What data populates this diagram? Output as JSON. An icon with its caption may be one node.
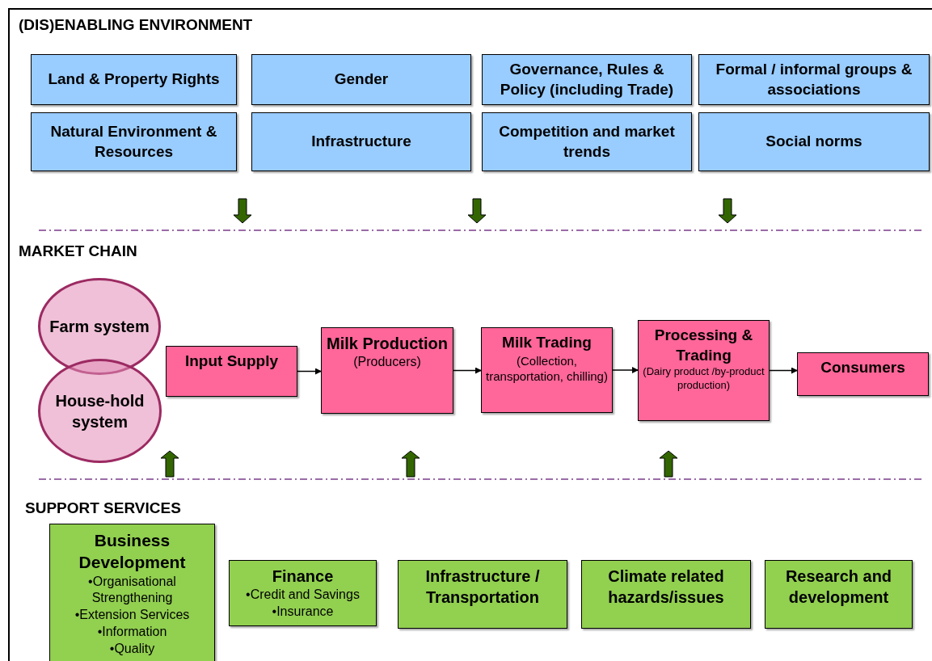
{
  "diagram": {
    "nodes": [
      {
        "text": [
          "Land & Property Rights"
        ]
      },
      {
        "text": [
          "Gender"
        ]
      },
      {
        "text": [
          "Governance, Rules & Policy (including Trade)"
        ]
      },
      {
        "text": [
          "Formal / informal groups & associations"
        ]
      },
      {
        "text": [
          "Natural Environment & Resources"
        ]
      },
      {
        "text": [
          "Infrastructure"
        ]
      },
      {
        "text": [
          "Competition and market trends"
        ]
      },
      {
        "text": [
          "Social norms"
        ]
      },
      {
        "text": [
          "Farm system"
        ]
      },
      {
        "text": [
          "House-hold system"
        ]
      },
      {
        "text": [
          "Input Supply"
        ]
      },
      {
        "text": [
          "Milk Production",
          "(Producers)"
        ]
      },
      {
        "text": [
          "Milk Trading",
          "(Collection, transportation, chilling)"
        ]
      },
      {
        "text": [
          "Processing & Trading",
          "(Dairy product /by-product production)"
        ]
      },
      {
        "text": [
          "Consumers"
        ]
      },
      {
        "text": [
          "Business Development",
          "•Organisational Strengthening",
          "•Extension Services",
          "•Information",
          "•Quality"
        ]
      },
      {
        "text": [
          "Finance",
          "•Credit and Savings",
          "•Insurance"
        ]
      },
      {
        "text": [
          "Infrastructure / Transportation"
        ]
      },
      {
        "text": [
          "Climate related hazards/issues"
        ]
      },
      {
        "text": [
          "Research and development"
        ]
      }
    ],
    "edges": [
      {
        "from": 10,
        "to": 11,
        "arrow": "to"
      },
      {
        "from": 11,
        "to": 12,
        "arrow": "to"
      },
      {
        "from": 12,
        "to": 13,
        "arrow": "to"
      },
      {
        "from": 13,
        "to": 14,
        "arrow": "to"
      }
    ],
    "labels": [
      "(DIS)ENABLING ENVIRONMENT",
      "MARKET CHAIN",
      "SUPPORT SERVICES"
    ]
  }
}
